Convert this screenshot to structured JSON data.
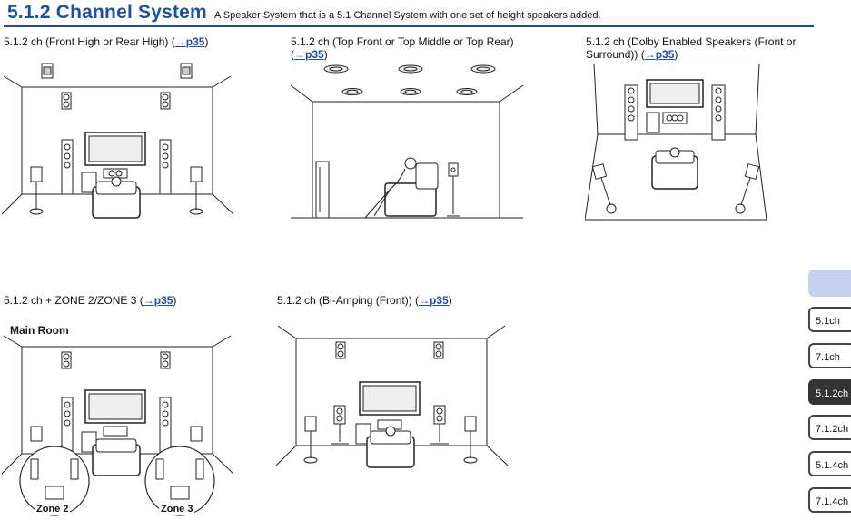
{
  "header": {
    "title": "5.1.2 Channel System",
    "subtitle": "A Speaker System that is a 5.1 Channel System with one set of height speakers added."
  },
  "sections": [
    {
      "caption_pre": "5.1.2 ch (Front High or Rear High) (",
      "arrow": "→",
      "link": "p35",
      "caption_post": ")"
    },
    {
      "caption_pre": "5.1.2 ch (Top Front or Top Middle or Top Rear)",
      "caption_line2_pre": "(",
      "arrow": "→",
      "link": "p35",
      "caption_post": ")"
    },
    {
      "caption_pre": "5.1.2 ch (Dolby Enabled Speakers (Front or",
      "caption_line2_pre": "Surround)) (",
      "arrow": "→",
      "link": "p35",
      "caption_post": ")"
    },
    {
      "caption_pre": "5.1.2 ch + ZONE 2/ZONE 3 (",
      "arrow": "→",
      "link": "p35",
      "caption_post": ")"
    },
    {
      "caption_pre": "5.1.2 ch (Bi-Amping (Front)) (",
      "arrow": "→",
      "link": "p35",
      "caption_post": ")"
    }
  ],
  "zone_figure": {
    "main_room": "Main Room",
    "zone2": "Zone 2",
    "zone3": "Zone 3"
  },
  "tabs": [
    "",
    "5.1ch",
    "7.1ch",
    "5.1.2ch",
    "7.1.2ch",
    "5.1.4ch",
    "7.1.4ch"
  ],
  "active_tab": "5.1.2ch"
}
